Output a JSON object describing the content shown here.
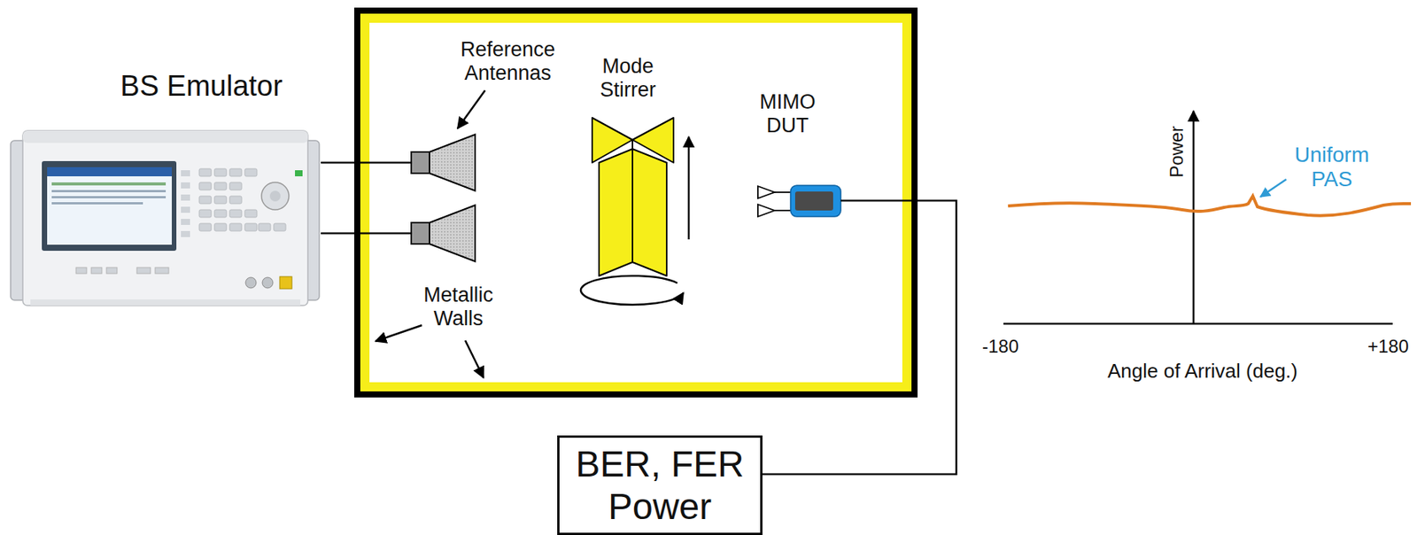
{
  "diagram": {
    "nodes": [
      {
        "text": [
          "BS Emulator"
        ]
      },
      {
        "text": [
          "Reference Antennas"
        ]
      },
      {
        "text": [
          "MIMO DUT"
        ]
      },
      {
        "text": [
          "BER, FER Power"
        ]
      }
    ],
    "edges": [
      {
        "from": 0,
        "to": 1,
        "arrow": "none"
      },
      {
        "from": 0,
        "to": 1,
        "arrow": "none"
      },
      {
        "from": 2,
        "to": 3,
        "arrow": "none"
      }
    ],
    "labels": [
      "Mode Stirrer",
      "Metallic Walls",
      "Power",
      "Uniform PAS",
      "-180",
      "+180",
      "Angle of Arrival (deg.)"
    ]
  }
}
